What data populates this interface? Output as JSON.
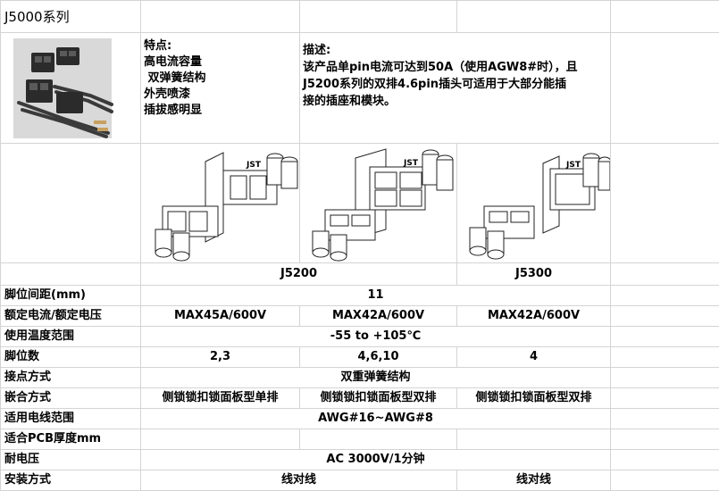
{
  "title": "J5000系列",
  "features": {
    "heading": "特点:",
    "items": [
      "高电流容量",
      " 双弹簧结构",
      "外壳喷漆",
      "插拔感明显"
    ]
  },
  "description": {
    "heading": "描述:",
    "lines": [
      "该产品单pin电流可达到50A（使用AGW8#时），且",
      "J5200系列的双排4.6pin插头可适用于大部分能插",
      "接的插座和模块。"
    ]
  },
  "models": [
    "J5200",
    "J5300"
  ],
  "rows": [
    {
      "label": "脚位间距(mm)",
      "cells": [
        "11"
      ]
    },
    {
      "label": "额定电流/额定电压",
      "cells": [
        "MAX45A/600V",
        "MAX42A/600V",
        "MAX42A/600V"
      ]
    },
    {
      "label": "使用温度范围",
      "cells": [
        "-55 to +105℃"
      ]
    },
    {
      "label": "脚位数",
      "cells": [
        "2,3",
        "4,6,10",
        "4"
      ]
    },
    {
      "label": "接点方式",
      "cells": [
        "双重弹簧结构"
      ]
    },
    {
      "label": "嵌合方式",
      "cells": [
        "侧锁锁扣锁面板型单排",
        "侧锁锁扣锁面板型双排",
        "侧锁锁扣锁面板型双排"
      ]
    },
    {
      "label": "适用电线范围",
      "cells": [
        "AWG#16~AWG#8"
      ]
    },
    {
      "label": "适合PCB厚度mm",
      "cells": [
        ""
      ]
    },
    {
      "label": "耐电压",
      "cells": [
        "AC 3000V/1分钟"
      ]
    },
    {
      "label": "安装方式",
      "cells": [
        "线对线",
        "线对线"
      ]
    }
  ],
  "icons": [
    "connector-photo",
    "connector-drawing-single-row",
    "connector-drawing-double-row",
    "connector-drawing-j5300"
  ]
}
